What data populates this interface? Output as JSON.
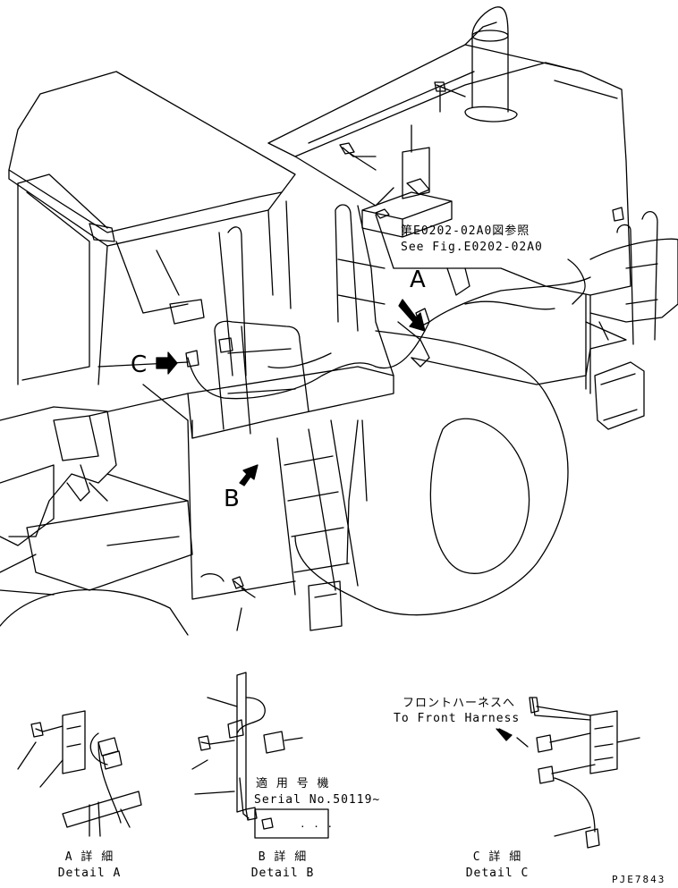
{
  "callouts": {
    "a": "A",
    "b": "B",
    "c": "C"
  },
  "reference": {
    "line1": "第E0202-02A0図参照",
    "line2": "See Fig.E0202-02A0"
  },
  "details": {
    "a_jp": "A 詳 細",
    "a_en": "Detail A",
    "b_jp": "B 詳 細",
    "b_en": "Detail B",
    "c_jp": "C 詳 細",
    "c_en": "Detail C"
  },
  "serial": {
    "jp": "適 用 号 機",
    "en": "Serial No.50119~",
    "box": ". . ."
  },
  "front_harness": {
    "jp": "フロントハーネスへ",
    "en": "To Front Harness"
  },
  "drawing_id": "PJE7843"
}
